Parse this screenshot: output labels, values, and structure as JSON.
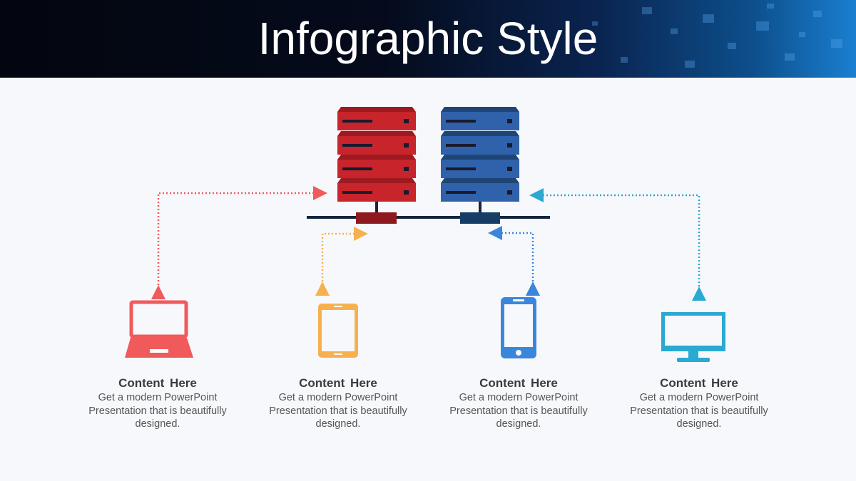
{
  "slide": {
    "title": "Infographic Style"
  },
  "colors": {
    "red": "#c8242b",
    "blue": "#2f62aa",
    "laptop": "#f05a5b",
    "tablet": "#f6b14e",
    "phone": "#3b86dd",
    "monitor": "#2aa9d2",
    "bus": "#14253d"
  },
  "devices": [
    {
      "icon": "laptop-icon",
      "title": "Content  Here",
      "desc": "Get a modern PowerPoint Presentation that is beautifully designed."
    },
    {
      "icon": "tablet-icon",
      "title": "Content  Here",
      "desc": "Get a modern PowerPoint Presentation that is beautifully designed."
    },
    {
      "icon": "smartphone-icon",
      "title": "Content  Here",
      "desc": "Get a modern PowerPoint Presentation that is beautifully designed."
    },
    {
      "icon": "monitor-icon",
      "title": "Content  Here",
      "desc": "Get a modern PowerPoint Presentation that is beautifully designed."
    }
  ]
}
